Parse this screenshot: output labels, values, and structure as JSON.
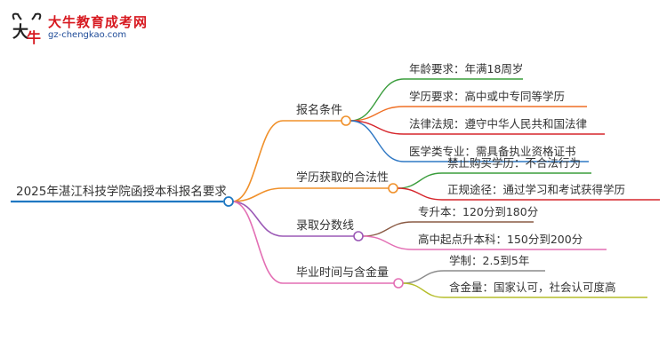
{
  "logo": {
    "title": "大牛教育成考网",
    "url": "gz-chengkao.com"
  },
  "mindmap": {
    "root": "2025年湛江科技学院函授本科报名要求",
    "branches": [
      {
        "label": "报名条件",
        "color": "#f0902a",
        "children": [
          {
            "label": "年龄要求：年满18周岁",
            "color": "#3a9d3c"
          },
          {
            "label": "学历要求：高中或中专同等学历",
            "color": "#ef6f23"
          },
          {
            "label": "法律法规：遵守中华人民共和国法律",
            "color": "#d6262c"
          },
          {
            "label": "医学类专业：需具备执业资格证书",
            "color": "#2f78c4"
          }
        ]
      },
      {
        "label": "学历获取的合法性",
        "color": "#f0902a",
        "children": [
          {
            "label": "禁止购买学历：不合法行为",
            "color": "#3a9d3c"
          },
          {
            "label": "正规途径：通过学习和考试获得学历",
            "color": "#d6262c"
          }
        ]
      },
      {
        "label": "录取分数线",
        "color": "#9b59b6",
        "children": [
          {
            "label": "专升本：120分到180分",
            "color": "#8a5a44"
          },
          {
            "label": "高中起点升本科：150分到200分",
            "color": "#e36fb4"
          }
        ]
      },
      {
        "label": "毕业时间与含金量",
        "color": "#e36fb4",
        "children": [
          {
            "label": "学制：2.5到5年",
            "color": "#8c8c8c"
          },
          {
            "label": "含金量：国家认可，社会认可度高",
            "color": "#b5bd2a"
          }
        ]
      }
    ],
    "root_color": "#1f78c2"
  }
}
